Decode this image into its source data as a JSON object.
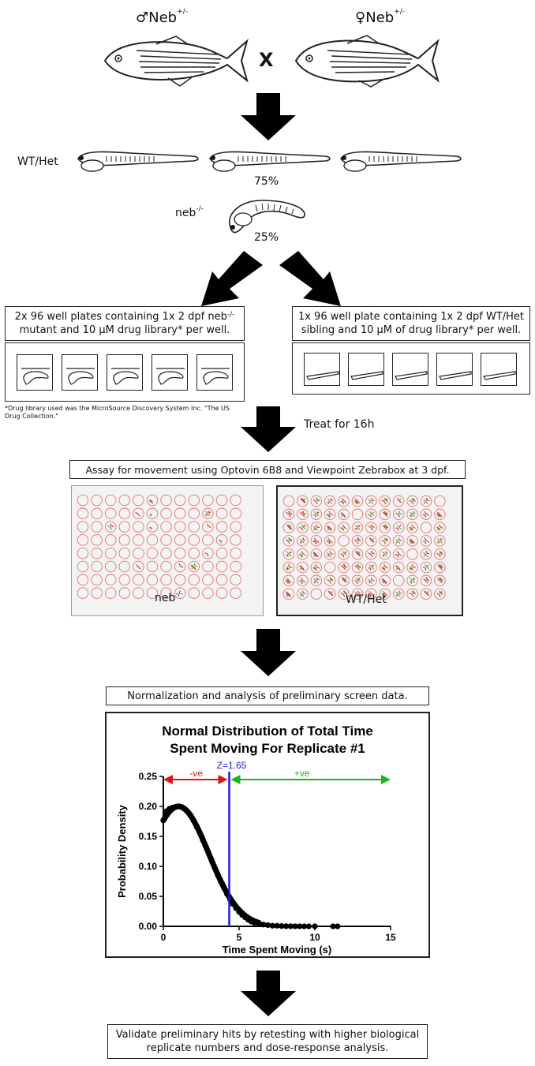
{
  "parents": {
    "male": {
      "sym": "♂",
      "name": "Neb",
      "sup": "+/-"
    },
    "cross": "X",
    "female": {
      "sym": "♀",
      "name": "Neb",
      "sup": "+/-"
    }
  },
  "offspring": {
    "wt_label": "WT/Het",
    "wt_percent": "75%",
    "mut_name": "neb",
    "mut_sup": "-/-",
    "mut_percent": "25%"
  },
  "plates": {
    "left": {
      "line1_pre": "2x 96 well plates containing 1x 2 dpf neb",
      "line1_sup": "-/-",
      "line2": "mutant and 10 µM drug library* per well."
    },
    "right": {
      "line1": "1x 96 well plate containing 1x 2 dpf  WT/Het",
      "line2": "sibling and 10 µM of drug library* per well."
    },
    "footnote_line1": "*Drug library used was the MicroSource Discovery System Inc. \"The US",
    "footnote_line2": "Drug Collection.\""
  },
  "treat": "Treat for 16h",
  "assay": {
    "title": "Assay for movement using Optovin 6B8 and Viewpoint Zebrabox at 3 dpf.",
    "left_label": "neb",
    "left_sup": "-/-",
    "right_label": "WT/Het"
  },
  "normalization": "Normalization and analysis of preliminary screen data.",
  "validate": {
    "line1": "Validate preliminary hits by retesting with higher biological",
    "line2": "replicate numbers and dose-response analysis."
  },
  "colors": {
    "z_line": "#1a1adf",
    "neg": "#e11414",
    "pos": "#14b814",
    "curve": "#000000"
  },
  "chart_data": {
    "type": "scatter",
    "title": "Normal Distribution of Total  Time Spent  Moving For  Replicate #1",
    "xlabel": "Time Spent  Moving  (s)",
    "ylabel": "Probability Density",
    "xlim": [
      0,
      15
    ],
    "ylim": [
      0,
      0.25
    ],
    "xticks": [
      "0",
      "5",
      "10",
      "15"
    ],
    "yticks": [
      "0.00",
      "0.05",
      "0.10",
      "0.15",
      "0.20",
      "0.25"
    ],
    "threshold": {
      "label": "Z=1.65",
      "x": 4.35
    },
    "neg_label": "-ve",
    "pos_label": "+ve",
    "mean": 1.0,
    "sd": 2.0,
    "x": [
      0.0,
      0.2,
      0.4,
      0.6,
      0.8,
      1.0,
      1.2,
      1.4,
      1.6,
      1.8,
      2.0,
      2.2,
      2.4,
      2.6,
      2.8,
      3.0,
      3.2,
      3.4,
      3.6,
      3.8,
      4.0,
      4.2,
      4.4,
      4.6,
      4.8,
      5.0,
      5.2,
      5.4,
      5.6,
      5.8,
      6.0,
      6.3,
      6.6,
      6.9,
      7.2,
      7.5,
      7.8,
      8.1,
      8.4,
      8.7,
      9.0,
      9.3,
      9.6,
      10.0,
      11.2,
      11.5
    ],
    "y": [
      0.177,
      0.192,
      0.196,
      0.198,
      0.199,
      0.2,
      0.199,
      0.196,
      0.191,
      0.185,
      0.176,
      0.166,
      0.156,
      0.144,
      0.133,
      0.121,
      0.109,
      0.097,
      0.085,
      0.074,
      0.064,
      0.054,
      0.045,
      0.037,
      0.03,
      0.024,
      0.019,
      0.015,
      0.011,
      0.008,
      0.006,
      0.004,
      0.003,
      0.002,
      0.001,
      0.001,
      0.0005,
      0.0003,
      0.0002,
      0.0001,
      0.0001,
      0.0,
      0.0,
      0.0,
      0.0,
      0.0
    ]
  }
}
